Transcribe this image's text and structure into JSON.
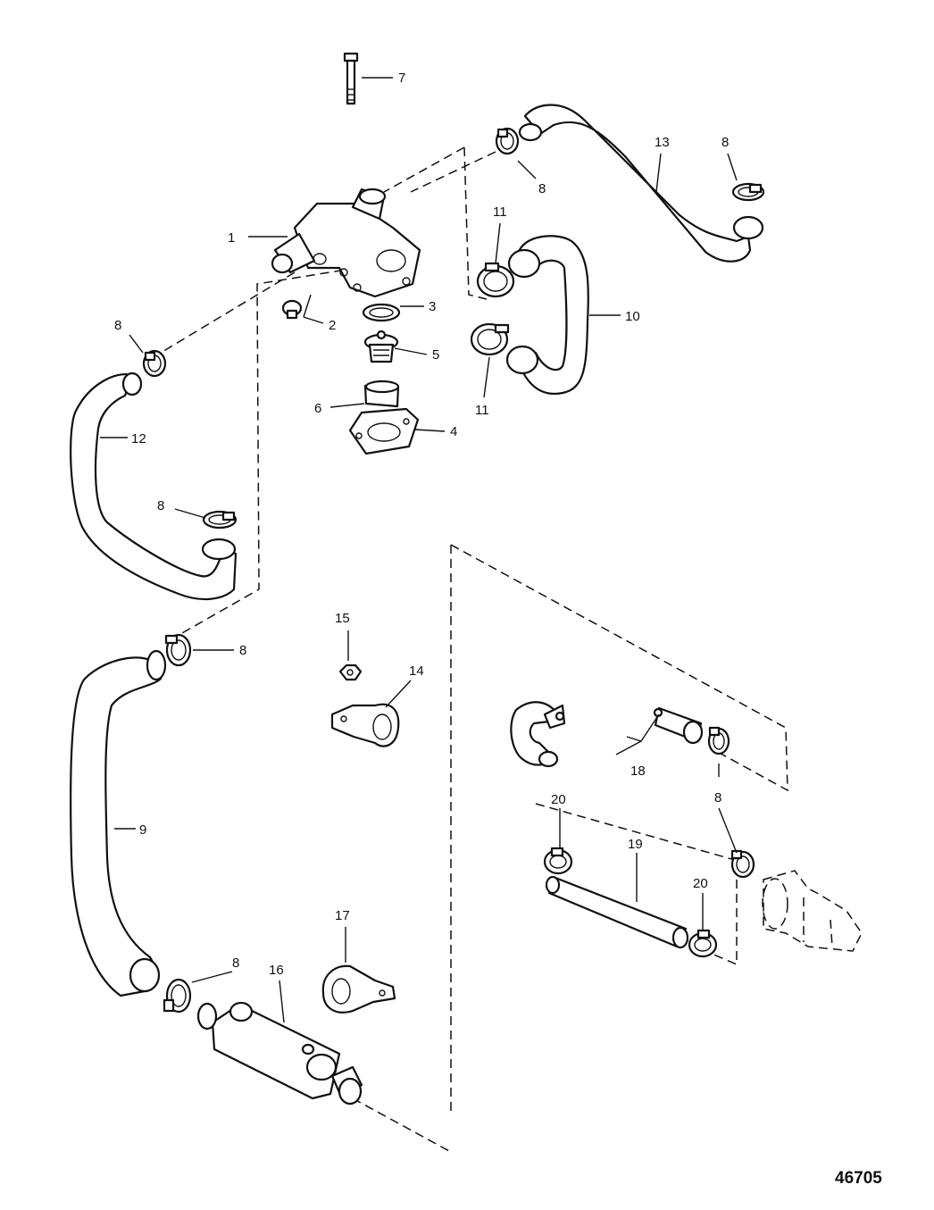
{
  "callouts": {
    "c1": "1",
    "c2": "2",
    "c3": "3",
    "c4": "4",
    "c5": "5",
    "c6": "6",
    "c7": "7",
    "c8a": "8",
    "c8b": "8",
    "c8c": "8",
    "c8d": "8",
    "c8e": "8",
    "c8f": "8",
    "c8g": "8",
    "c9": "9",
    "c10": "10",
    "c11a": "11",
    "c11b": "11",
    "c12": "12",
    "c13": "13",
    "c14": "14",
    "c15": "15",
    "c16": "16",
    "c17": "17",
    "c18": "18",
    "c19": "19",
    "c20a": "20",
    "c20b": "20"
  },
  "figure_number": "46705"
}
